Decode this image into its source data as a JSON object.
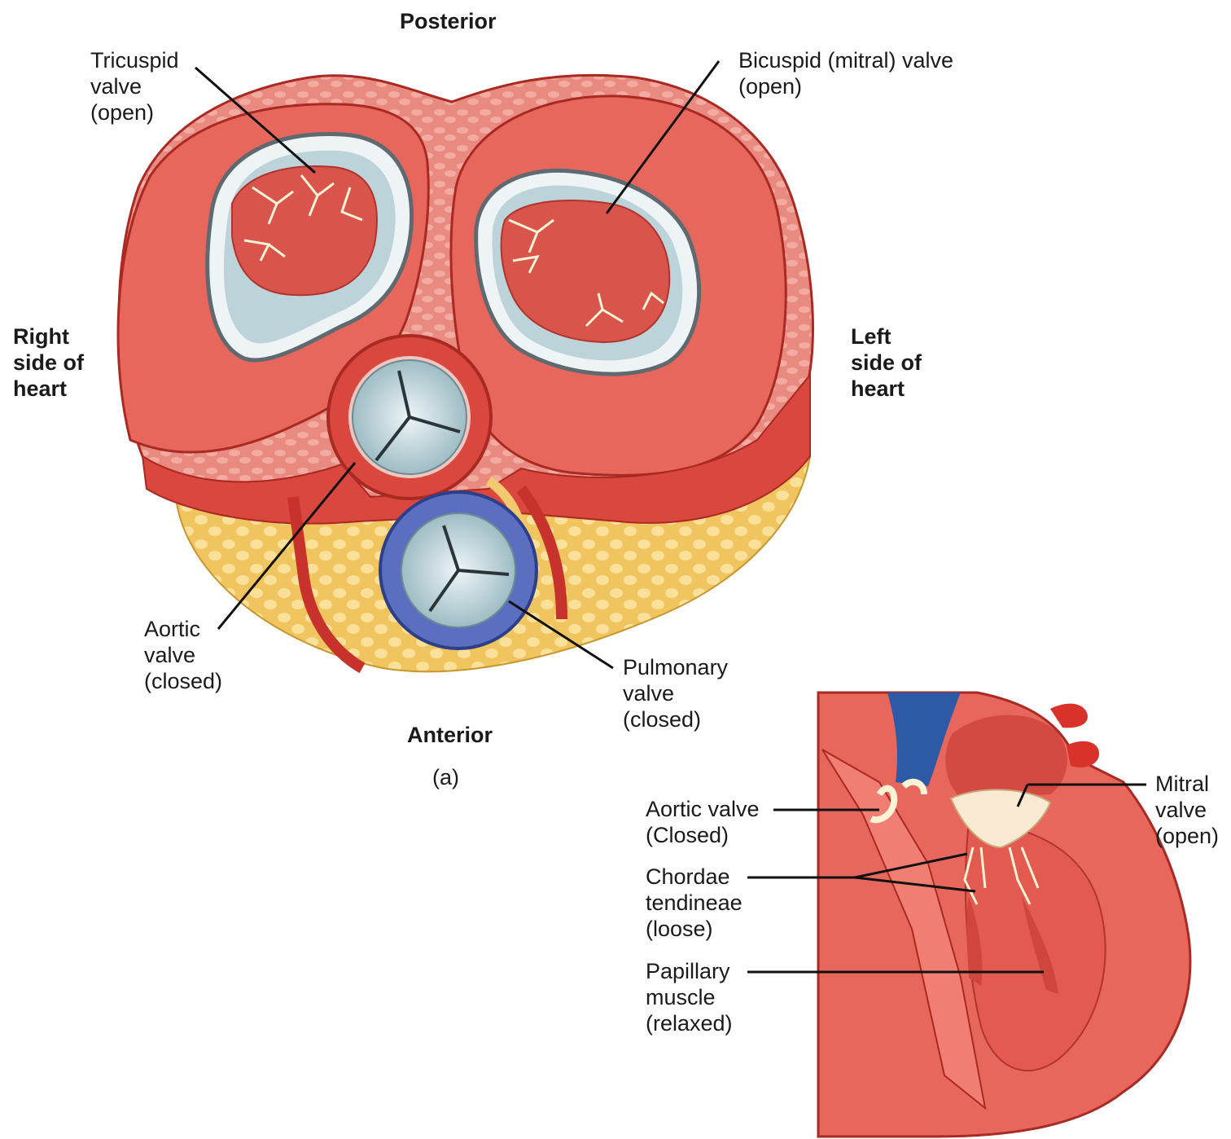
{
  "orientation": {
    "posterior": "Posterior",
    "anterior": "Anterior",
    "right_side": [
      "Right",
      "side of",
      "heart"
    ],
    "left_side": [
      "Left",
      "side of",
      "heart"
    ]
  },
  "panel_a": {
    "caption": "(a)",
    "tricuspid": [
      "Tricuspid",
      "valve",
      "(open)"
    ],
    "bicuspid": [
      "Bicuspid (mitral) valve",
      "(open)"
    ],
    "aortic": [
      "Aortic",
      "valve",
      "(closed)"
    ],
    "pulmonary": [
      "Pulmonary",
      "valve",
      "(closed)"
    ]
  },
  "panel_b": {
    "aortic": [
      "Aortic valve",
      "(Closed)"
    ],
    "chordae": [
      "Chordae",
      "tendineae",
      "(loose)"
    ],
    "papillary": [
      "Papillary",
      "muscle",
      "(relaxed)"
    ],
    "mitral": [
      "Mitral",
      "valve",
      "(open)"
    ]
  },
  "colors": {
    "myocardium": "#e8675c",
    "myocardium_dark": "#c8322c",
    "fat": "#f7d27a",
    "valve_tissue": "#c9dde2",
    "pulmonary_ring": "#5a6fc0",
    "vessel_blue": "#2d5aa6",
    "leader_line": "#111111"
  }
}
